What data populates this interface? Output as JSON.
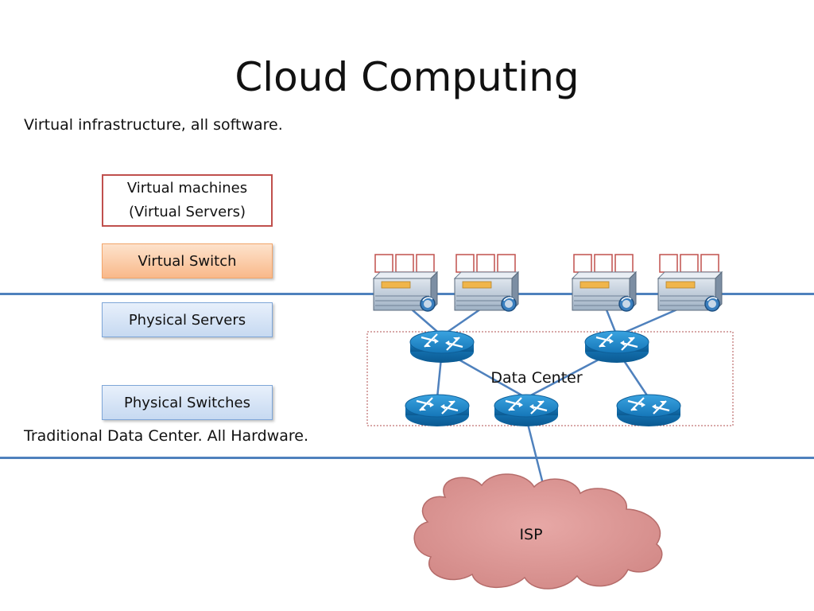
{
  "slide": {
    "title": "Cloud Computing",
    "subtitle": "Virtual infrastructure, all software.",
    "bottom_note": "Traditional Data Center. All Hardware."
  },
  "legend": {
    "virtual_machines_line1": "Virtual machines",
    "virtual_machines_line2": "(Virtual Servers)",
    "virtual_switch": "Virtual Switch",
    "physical_servers": "Physical Servers",
    "physical_switches": "Physical Switches"
  },
  "diagram": {
    "data_center_label": "Data Center",
    "isp_label": "ISP"
  },
  "colors": {
    "divider_line": "#4f81bd",
    "vm_border": "#c0504d",
    "router_blue": "#1f8ccf",
    "cloud_fill": "#d99391"
  }
}
